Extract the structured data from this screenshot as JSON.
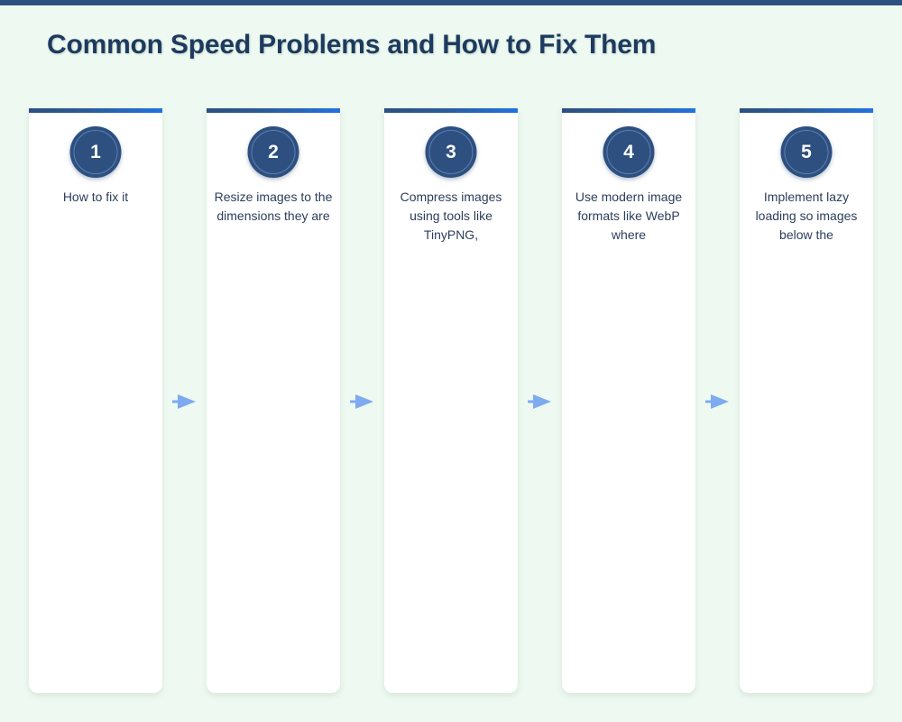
{
  "theme": {
    "background": "#eefaf1",
    "accent_dark": "#2d5080",
    "accent_bright": "#2272e0",
    "title_color": "#1e3a5f",
    "card_background": "#ffffff",
    "body_text_color": "#2c3e5a",
    "arrow_color": "#7eaaf0"
  },
  "header": {
    "title": "Common Speed Problems and How to Fix Them"
  },
  "flow": {
    "arrow_icon_name": "arrow-right-icon",
    "steps": [
      {
        "number": "1",
        "text": "How to fix it"
      },
      {
        "number": "2",
        "text": "Resize images to the dimensions they are"
      },
      {
        "number": "3",
        "text": "Compress images using tools like TinyPNG,"
      },
      {
        "number": "4",
        "text": "Use modern image formats like WebP where"
      },
      {
        "number": "5",
        "text": "Implement lazy loading so images below the"
      }
    ]
  }
}
